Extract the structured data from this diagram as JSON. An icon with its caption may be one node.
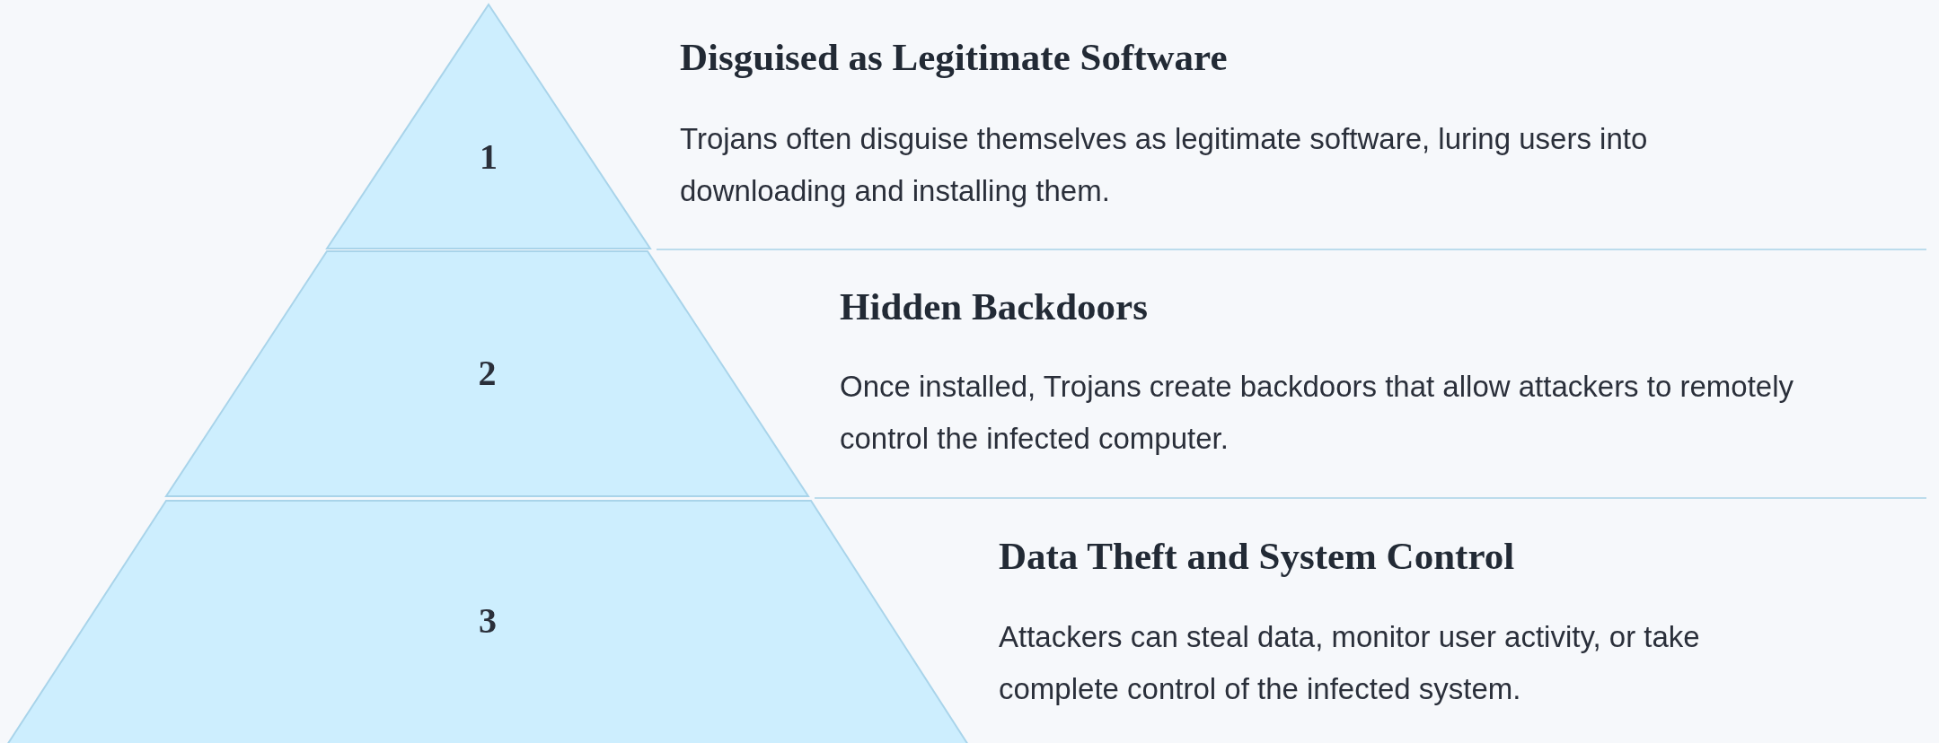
{
  "diagram": {
    "nodes": [
      {
        "text": [
          "1"
        ],
        "beside": [
          "Disguised as Legitimate Software",
          "Trojans often disguise themselves as legitimate software, luring users into downloading and installing them."
        ]
      },
      {
        "text": [
          "2"
        ],
        "beside": [
          "Hidden Backdoors",
          "Once installed, Trojans create backdoors that allow attackers to remotely control the infected computer."
        ]
      },
      {
        "text": [
          "3"
        ],
        "beside": [
          "Data Theft and System Control",
          "Attackers can steal data, monitor user activity, or take complete control of the infected system."
        ]
      }
    ],
    "edges": []
  }
}
